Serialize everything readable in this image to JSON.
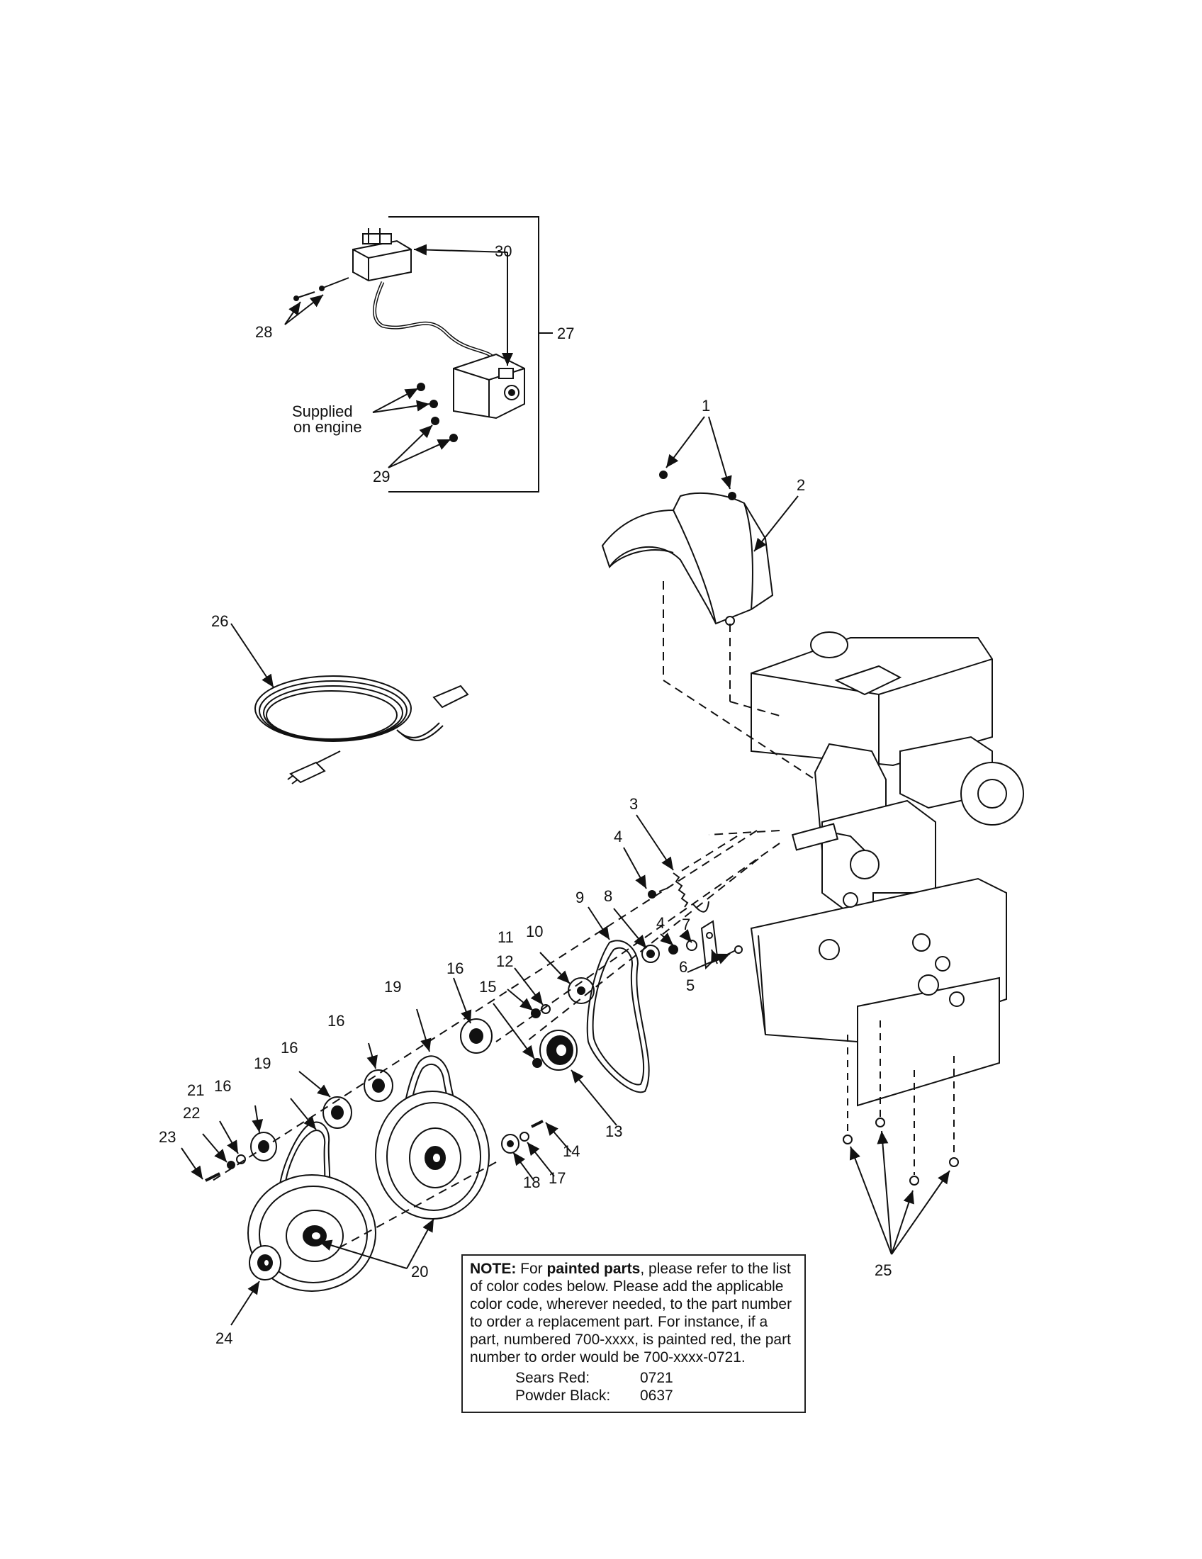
{
  "callouts": {
    "c1": "1",
    "c2": "2",
    "c3": "3",
    "c4a": "4",
    "c4b": "4",
    "c5": "5",
    "c6": "6",
    "c7": "7",
    "c8": "8",
    "c9": "9",
    "c10": "10",
    "c11": "11",
    "c12": "12",
    "c13": "13",
    "c14": "14",
    "c15": "15",
    "c16a": "16",
    "c16b": "16",
    "c16c": "16",
    "c16d": "16",
    "c17": "17",
    "c18": "18",
    "c19a": "19",
    "c19b": "19",
    "c20": "20",
    "c21": "21",
    "c22": "22",
    "c23": "23",
    "c24": "24",
    "c25": "25",
    "c26": "26",
    "c27": "27",
    "c28": "28",
    "c29": "29",
    "c30": "30"
  },
  "labels": {
    "supplied_line1": "Supplied",
    "supplied_line2": "on engine"
  },
  "note": {
    "prefix": "NOTE:",
    "for": " For ",
    "emph": "painted parts",
    "body": ", please refer to the list of color codes below. Please add the applicable color code, wherever needed, to the part number to order a replacement part. For instance, if a part, numbered 700-xxxx, is painted red, the part number to order would be 700-xxxx-0721.",
    "codes": [
      {
        "name": "Sears Red:",
        "code": "0721"
      },
      {
        "name": "Powder Black:",
        "code": "0637"
      }
    ]
  }
}
